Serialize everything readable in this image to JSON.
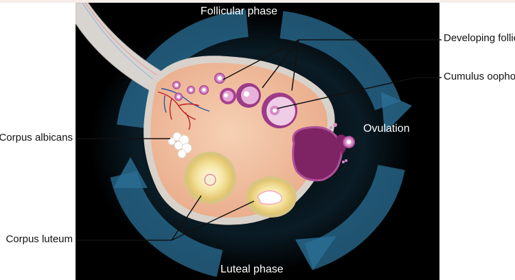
{
  "labels": {
    "follicular_phase": "Follicular phase",
    "luteal_phase": "Luteal phase",
    "ovulation": "Ovulation",
    "developing_follicles": "Developing follicles",
    "cumulus_oophorus": "Cumulus oophorus",
    "corpus_albicans": "Corpus albicans",
    "corpus_luteum": "Corpus luteum"
  },
  "colors": {
    "background": "#000000",
    "cycle_arrows": "#2a6f95",
    "ovary_tissue": "#f3c3a2",
    "follicle": "#b0509a",
    "corpus_luteum": "#f3e3a0",
    "corpus_albicans": "#ffffff",
    "blood_vessels": "#c01b24"
  }
}
